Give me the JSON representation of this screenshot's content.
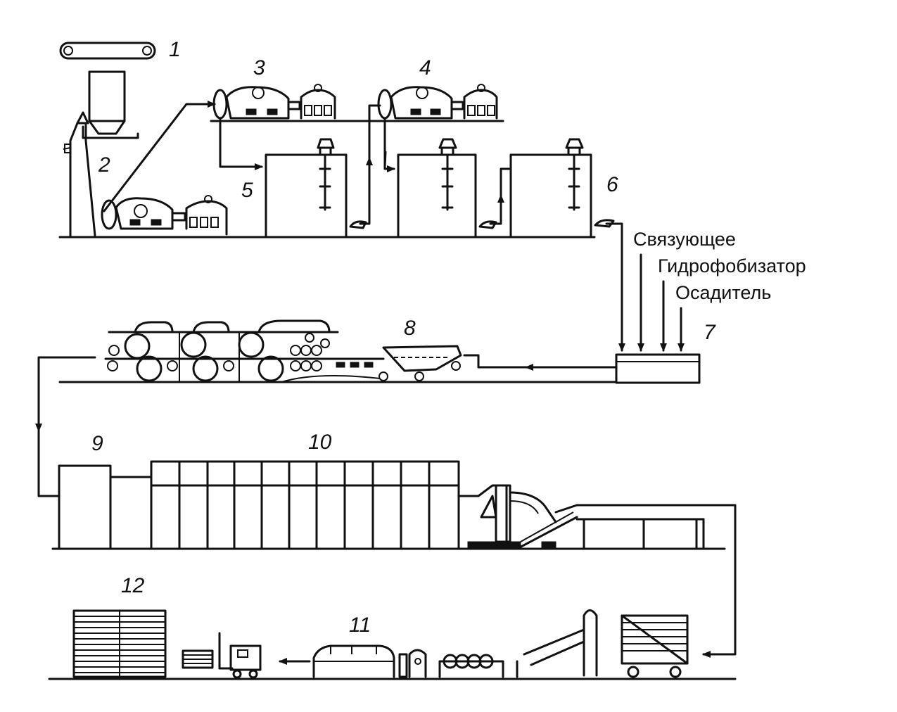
{
  "labels": {
    "n1": "1",
    "n2": "2",
    "n3": "3",
    "n4": "4",
    "n5": "5",
    "n6": "6",
    "n7": "7",
    "n8": "8",
    "n9": "9",
    "n10": "10",
    "n11": "11",
    "n12": "12"
  },
  "inputs": {
    "binder": "Связующее",
    "water_repellent": "Гидрофобизатор",
    "precipitant": "Осадитель"
  }
}
